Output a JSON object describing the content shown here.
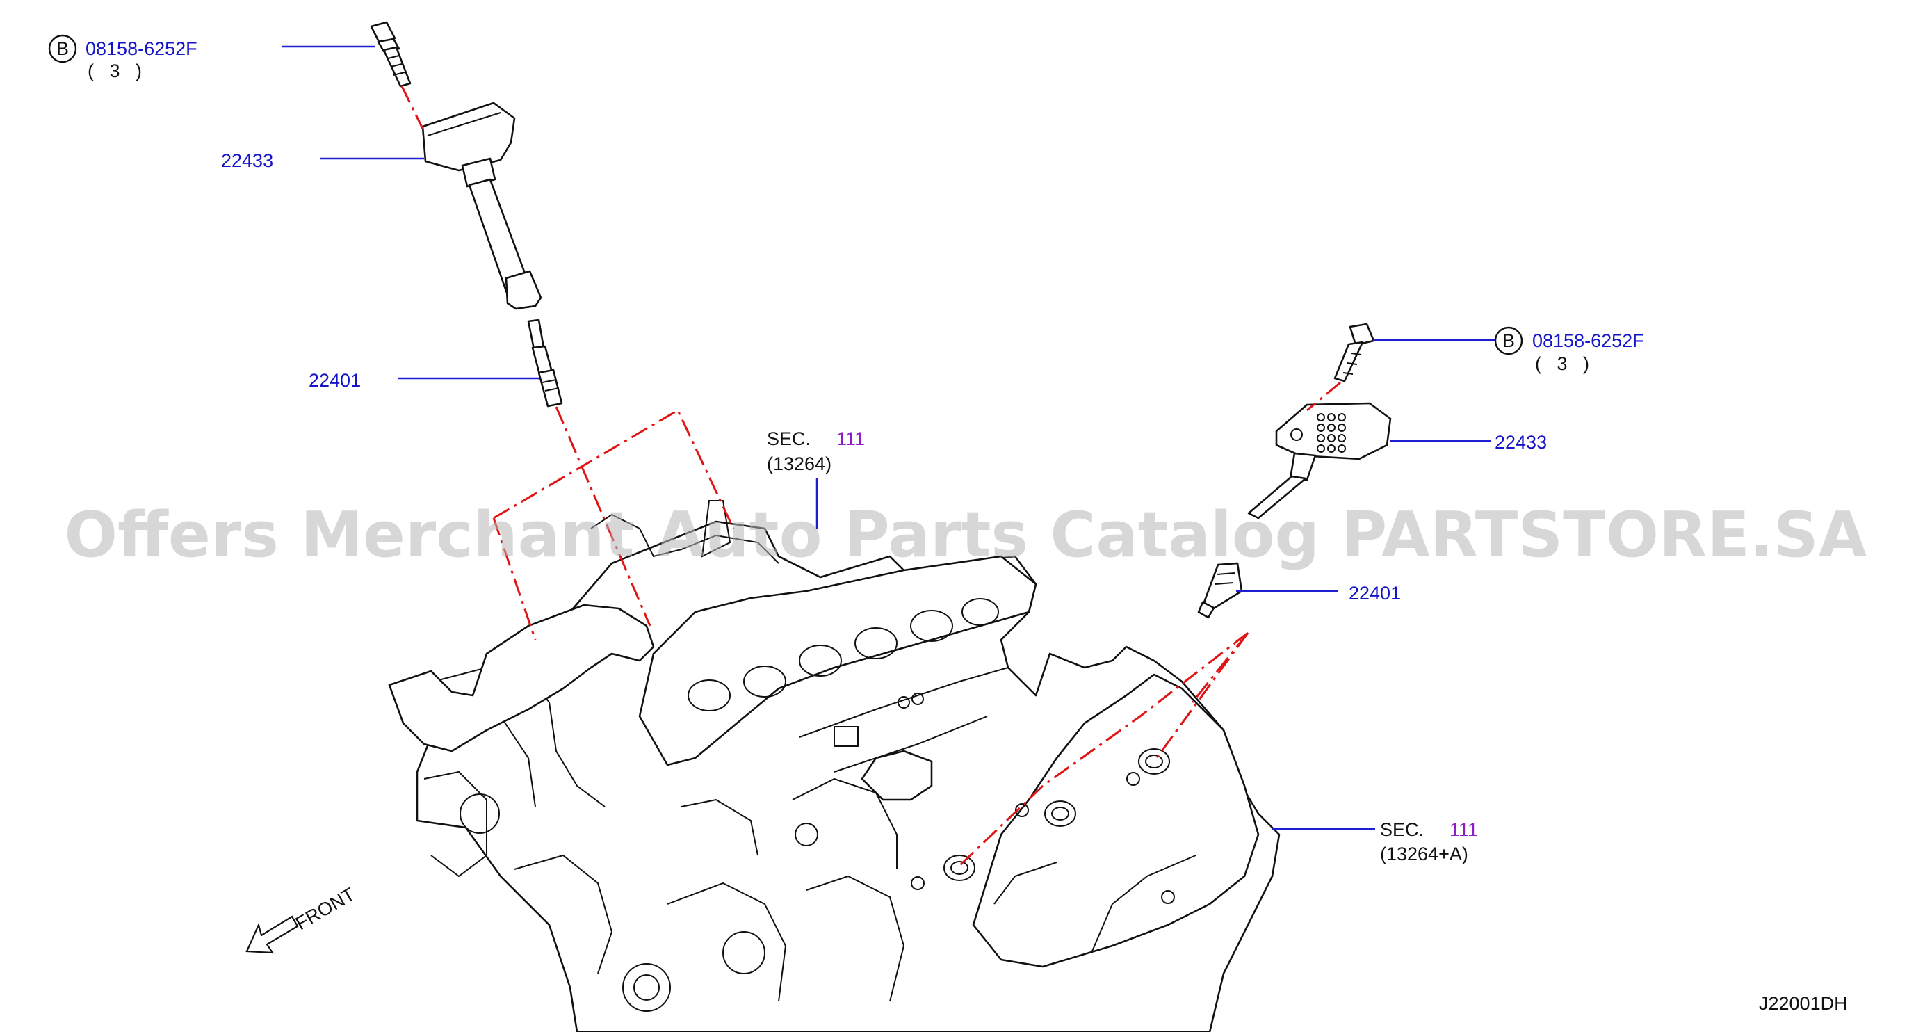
{
  "watermark": "Offers Merchant Auto Parts Catalog PARTSTORE.SA",
  "diagram_id": "J22001DH",
  "front_label": "FRONT",
  "callouts": {
    "bolt_left": {
      "badge": "B",
      "part_no": "08158-6252F",
      "qty": "(   3   )"
    },
    "bolt_right": {
      "badge": "B",
      "part_no": "08158-6252F",
      "qty": "(   3   )"
    },
    "coil_left": {
      "part_no": "22433"
    },
    "coil_right": {
      "part_no": "22433"
    },
    "plug_left": {
      "part_no": "22401"
    },
    "plug_right": {
      "part_no": "22401"
    },
    "sec_top": {
      "prefix": "SEC.",
      "number": "111",
      "ref": "(13264)"
    },
    "sec_right": {
      "prefix": "SEC.",
      "number": "111",
      "ref": "(13264+A)"
    }
  },
  "colors": {
    "part_number": "#1414c8",
    "section_number": "#8c1ec8",
    "guide_line": "#e01414",
    "leader": "#1e1ed2"
  }
}
